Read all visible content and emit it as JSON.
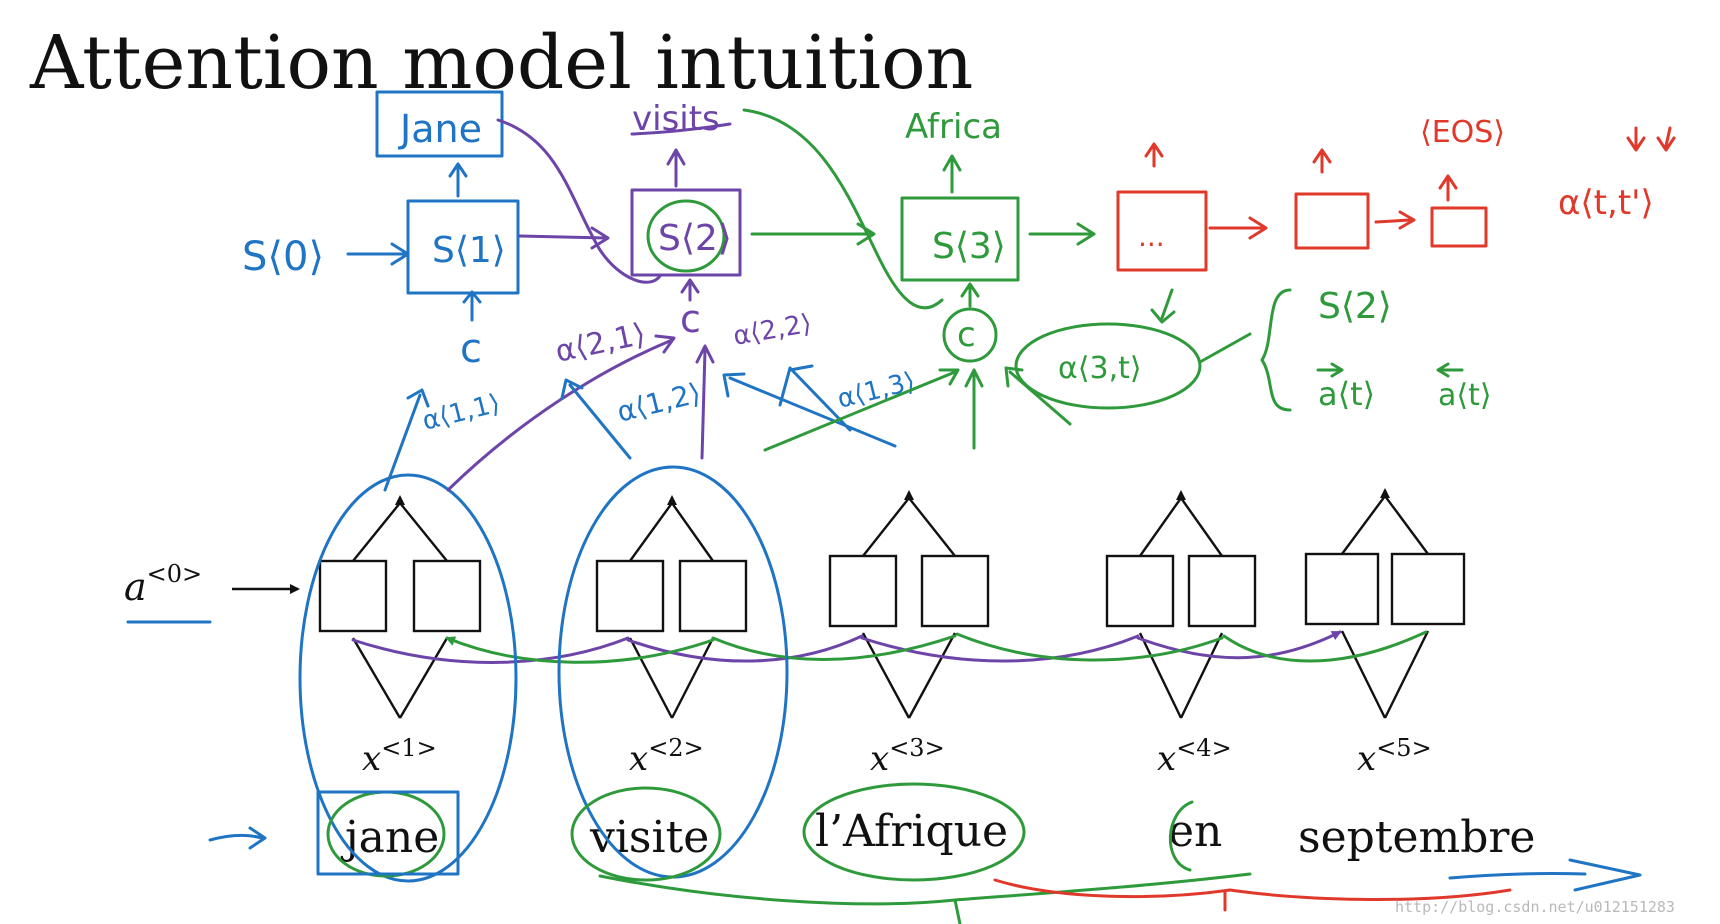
{
  "title": "Attention model intuition",
  "inputs": {
    "a0_label": "a",
    "a0_sup": "<0>",
    "x_labels": [
      {
        "base": "x",
        "sup": "<1>"
      },
      {
        "base": "x",
        "sup": "<2>"
      },
      {
        "base": "x",
        "sup": "<3>"
      },
      {
        "base": "x",
        "sup": "<4>"
      },
      {
        "base": "x",
        "sup": "<5>"
      }
    ],
    "french_words": [
      "jane",
      "visite",
      "l’Afrique",
      "en",
      "septembre"
    ]
  },
  "annotations": {
    "s0": "S⟨0⟩",
    "s1": "S⟨1⟩",
    "s2": "S⟨2⟩",
    "s3": "S⟨3⟩",
    "c1": "c",
    "c2": "c",
    "c3": "c",
    "out1": "Jane",
    "out2": "visits",
    "out3": "Africa",
    "dots": "...",
    "eos": "⟨EOS⟩",
    "alpha_1_1": "α⟨1,1⟩",
    "alpha_2_1": "α⟨2,1⟩",
    "alpha_1_2": "α⟨1,2⟩",
    "alpha_2_2": "α⟨2,2⟩",
    "alpha_1_3": "α⟨1,3⟩",
    "alpha_3_t": "α⟨3,t⟩",
    "alpha_t_tp": "α⟨t,t'⟩",
    "brace_s2": "S⟨2⟩",
    "brace_a_fwd": "a⟨t⟩",
    "brace_a_bwd": "a⟨t⟩"
  },
  "watermark": "http://blog.csdn.net/u012151283",
  "colors": {
    "blue": "#1f74c4",
    "purple": "#6d45a8",
    "green": "#2f9a3c",
    "red": "#e0392b",
    "ink": "#111111"
  }
}
